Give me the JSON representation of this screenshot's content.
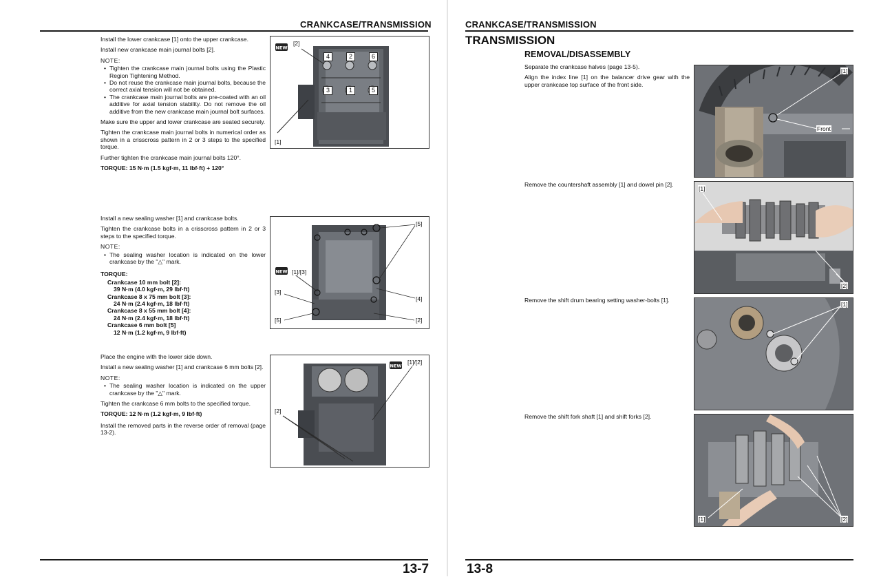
{
  "left_page": {
    "header": "CRANKCASE/TRANSMISSION",
    "page_number": "13-7",
    "step1": {
      "p1": "Install the lower crankcase [1] onto the upper crankcase.",
      "p2": "Install new crankcase main journal bolts [2].",
      "note_label": "NOTE:",
      "bullets": [
        "Tighten the crankcase main journal bolts using the Plastic Region Tightening Method.",
        "Do not reuse the crankcase main journal bolts, because the correct axial tension will not be obtained.",
        "The crankcase main journal bolts are pre-coated with an oil additive for axial tension stability. Do not remove the oil additive from the new crankcase main journal bolt surfaces."
      ],
      "p3": "Make sure the upper and lower crankcase are seated securely.",
      "p4": "Tighten the crankcase main journal bolts in numerical order as shown in a crisscross pattern in 2 or 3 steps to the specified torque.",
      "p5": "Further tighten the crankcase main journal bolts 120°.",
      "torque": "TORQUE: 15 N·m (1.5 kgf·m, 11 lbf·ft) + 120°"
    },
    "step2": {
      "p1": "Install a new sealing washer [1] and crankcase bolts.",
      "p2": "Tighten the crankcase bolts in a crisscross pattern in 2 or 3 steps to the specified torque.",
      "note_label": "NOTE:",
      "bullets": [
        "The sealing washer location is indicated on the lower crankcase by the \"△\" mark."
      ],
      "torque_label": "TORQUE:",
      "torque_items": [
        {
          "item": "Crankcase 10 mm bolt [2]:",
          "value": "39 N·m (4.0 kgf·m, 29 lbf·ft)"
        },
        {
          "item": "Crankcase 8 x 75 mm bolt [3]:",
          "value": "24 N·m (2.4 kgf·m, 18 lbf·ft)"
        },
        {
          "item": "Crankcase 8 x 55 mm bolt [4]:",
          "value": "24 N·m (2.4 kgf·m, 18 lbf·ft)"
        },
        {
          "item": "Crankcase 6 mm bolt [5]",
          "value": "12 N·m (1.2 kgf·m, 9 lbf·ft)"
        }
      ]
    },
    "step3": {
      "p1": "Place the engine with the lower side down.",
      "p2": "Install a new sealing washer [1] and crankcase 6 mm bolts [2].",
      "note_label": "NOTE:",
      "bullets": [
        "The sealing washer location is indicated on the upper crankcase by the \"△\" mark."
      ],
      "p3": "Tighten the crankcase 6 mm bolts to the specified torque.",
      "torque": "TORQUE: 12 N·m (1.2 kgf·m, 9 lbf·ft)",
      "p4": "Install the removed parts in the reverse order of removal (page 13-2)."
    },
    "fig1": {
      "labels": [
        "[2]",
        "[1]"
      ],
      "bolt_numbers": [
        "4",
        "2",
        "6",
        "3",
        "1",
        "5"
      ],
      "icon": "new-part-icon",
      "icon_text": "NEW"
    },
    "fig2": {
      "labels": [
        "[5]",
        "[1]/[3]",
        "[3]",
        "[4]",
        "[5]",
        "[2]"
      ],
      "icon": "new-part-icon",
      "icon_text": "NEW"
    },
    "fig3": {
      "labels": [
        "[1]/[2]",
        "[2]"
      ],
      "icon": "new-part-icon",
      "icon_text": "NEW"
    }
  },
  "right_page": {
    "header": "CRANKCASE/TRANSMISSION",
    "page_number": "13-8",
    "section_title": "TRANSMISSION",
    "subsection_title": "REMOVAL/DISASSEMBLY",
    "step1": {
      "p1": "Separate the crankcase halves (page 13-5).",
      "p2": "Align the index line [1] on the balancer drive gear with the upper crankcase top surface of the front side.",
      "labels": [
        "[1]",
        "Front"
      ]
    },
    "step2": {
      "p1": "Remove the countershaft assembly [1] and dowel pin [2].",
      "labels": [
        "[1]",
        "[2]"
      ]
    },
    "step3": {
      "p1": "Remove the shift drum bearing setting washer-bolts [1].",
      "labels": [
        "[1]"
      ]
    },
    "step4": {
      "p1": "Remove the shift fork shaft [1] and shift forks [2].",
      "labels": [
        "[1]",
        "[2]"
      ]
    }
  },
  "colors": {
    "rule": "#1a1a1a",
    "page_background": "#ffffff",
    "page_gutter": "#e4e4e4"
  }
}
